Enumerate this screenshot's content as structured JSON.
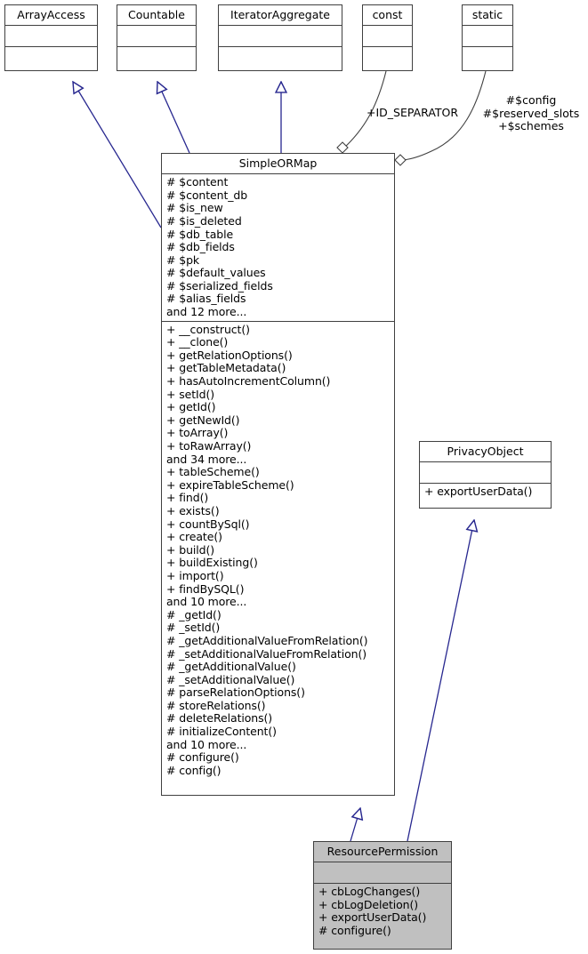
{
  "diagram": {
    "title": "SimpleORMap class inheritance diagram",
    "colors": {
      "inheritance_arrow": "#27278f",
      "association_line": "#404040",
      "box_border": "#404040",
      "box_fill": "#ffffff",
      "highlight_fill": "#c0c0c0"
    }
  },
  "classes": {
    "array_access": {
      "name": "ArrayAccess",
      "attributes": [],
      "operations": []
    },
    "countable": {
      "name": "Countable",
      "attributes": [],
      "operations": []
    },
    "iterator_aggregate": {
      "name": "IteratorAggregate",
      "attributes": [],
      "operations": []
    },
    "const": {
      "name": "const",
      "attributes": [],
      "operations": []
    },
    "static": {
      "name": "static",
      "attributes": [],
      "operations": []
    },
    "simple_ormap": {
      "name": "SimpleORMap",
      "attributes": [
        "# $content",
        "# $content_db",
        "# $is_new",
        "# $is_deleted",
        "# $db_table",
        "# $db_fields",
        "# $pk",
        "# $default_values",
        "# $serialized_fields",
        "# $alias_fields",
        "and 12 more..."
      ],
      "operations": [
        "+ __construct()",
        "+ __clone()",
        "+ getRelationOptions()",
        "+ getTableMetadata()",
        "+ hasAutoIncrementColumn()",
        "+ setId()",
        "+ getId()",
        "+ getNewId()",
        "+ toArray()",
        "+ toRawArray()",
        "and 34 more...",
        "+ tableScheme()",
        "+ expireTableScheme()",
        "+ find()",
        "+ exists()",
        "+ countBySql()",
        "+ create()",
        "+ build()",
        "+ buildExisting()",
        "+ import()",
        "+ findBySQL()",
        "and 10 more...",
        "# _getId()",
        "# _setId()",
        "# _getAdditionalValueFromRelation()",
        "# _setAdditionalValueFromRelation()",
        "# _getAdditionalValue()",
        "# _setAdditionalValue()",
        "# parseRelationOptions()",
        "# storeRelations()",
        "# deleteRelations()",
        "# initializeContent()",
        "and 10 more...",
        "# configure()",
        "# config()"
      ]
    },
    "privacy_object": {
      "name": "PrivacyObject",
      "attributes": [],
      "operations": [
        "+ exportUserData()"
      ]
    },
    "resource_permission": {
      "name": "ResourcePermission",
      "attributes": [],
      "operations": [
        "+ cbLogChanges()",
        "+ cbLogDeletion()",
        "+ exportUserData()",
        "# configure()"
      ]
    }
  },
  "edge_labels": {
    "id_separator": "+ID_SEPARATOR",
    "static_members_line1": "#$config",
    "static_members_line2": "#$reserved_slots",
    "static_members_line3": "+$schemes"
  }
}
